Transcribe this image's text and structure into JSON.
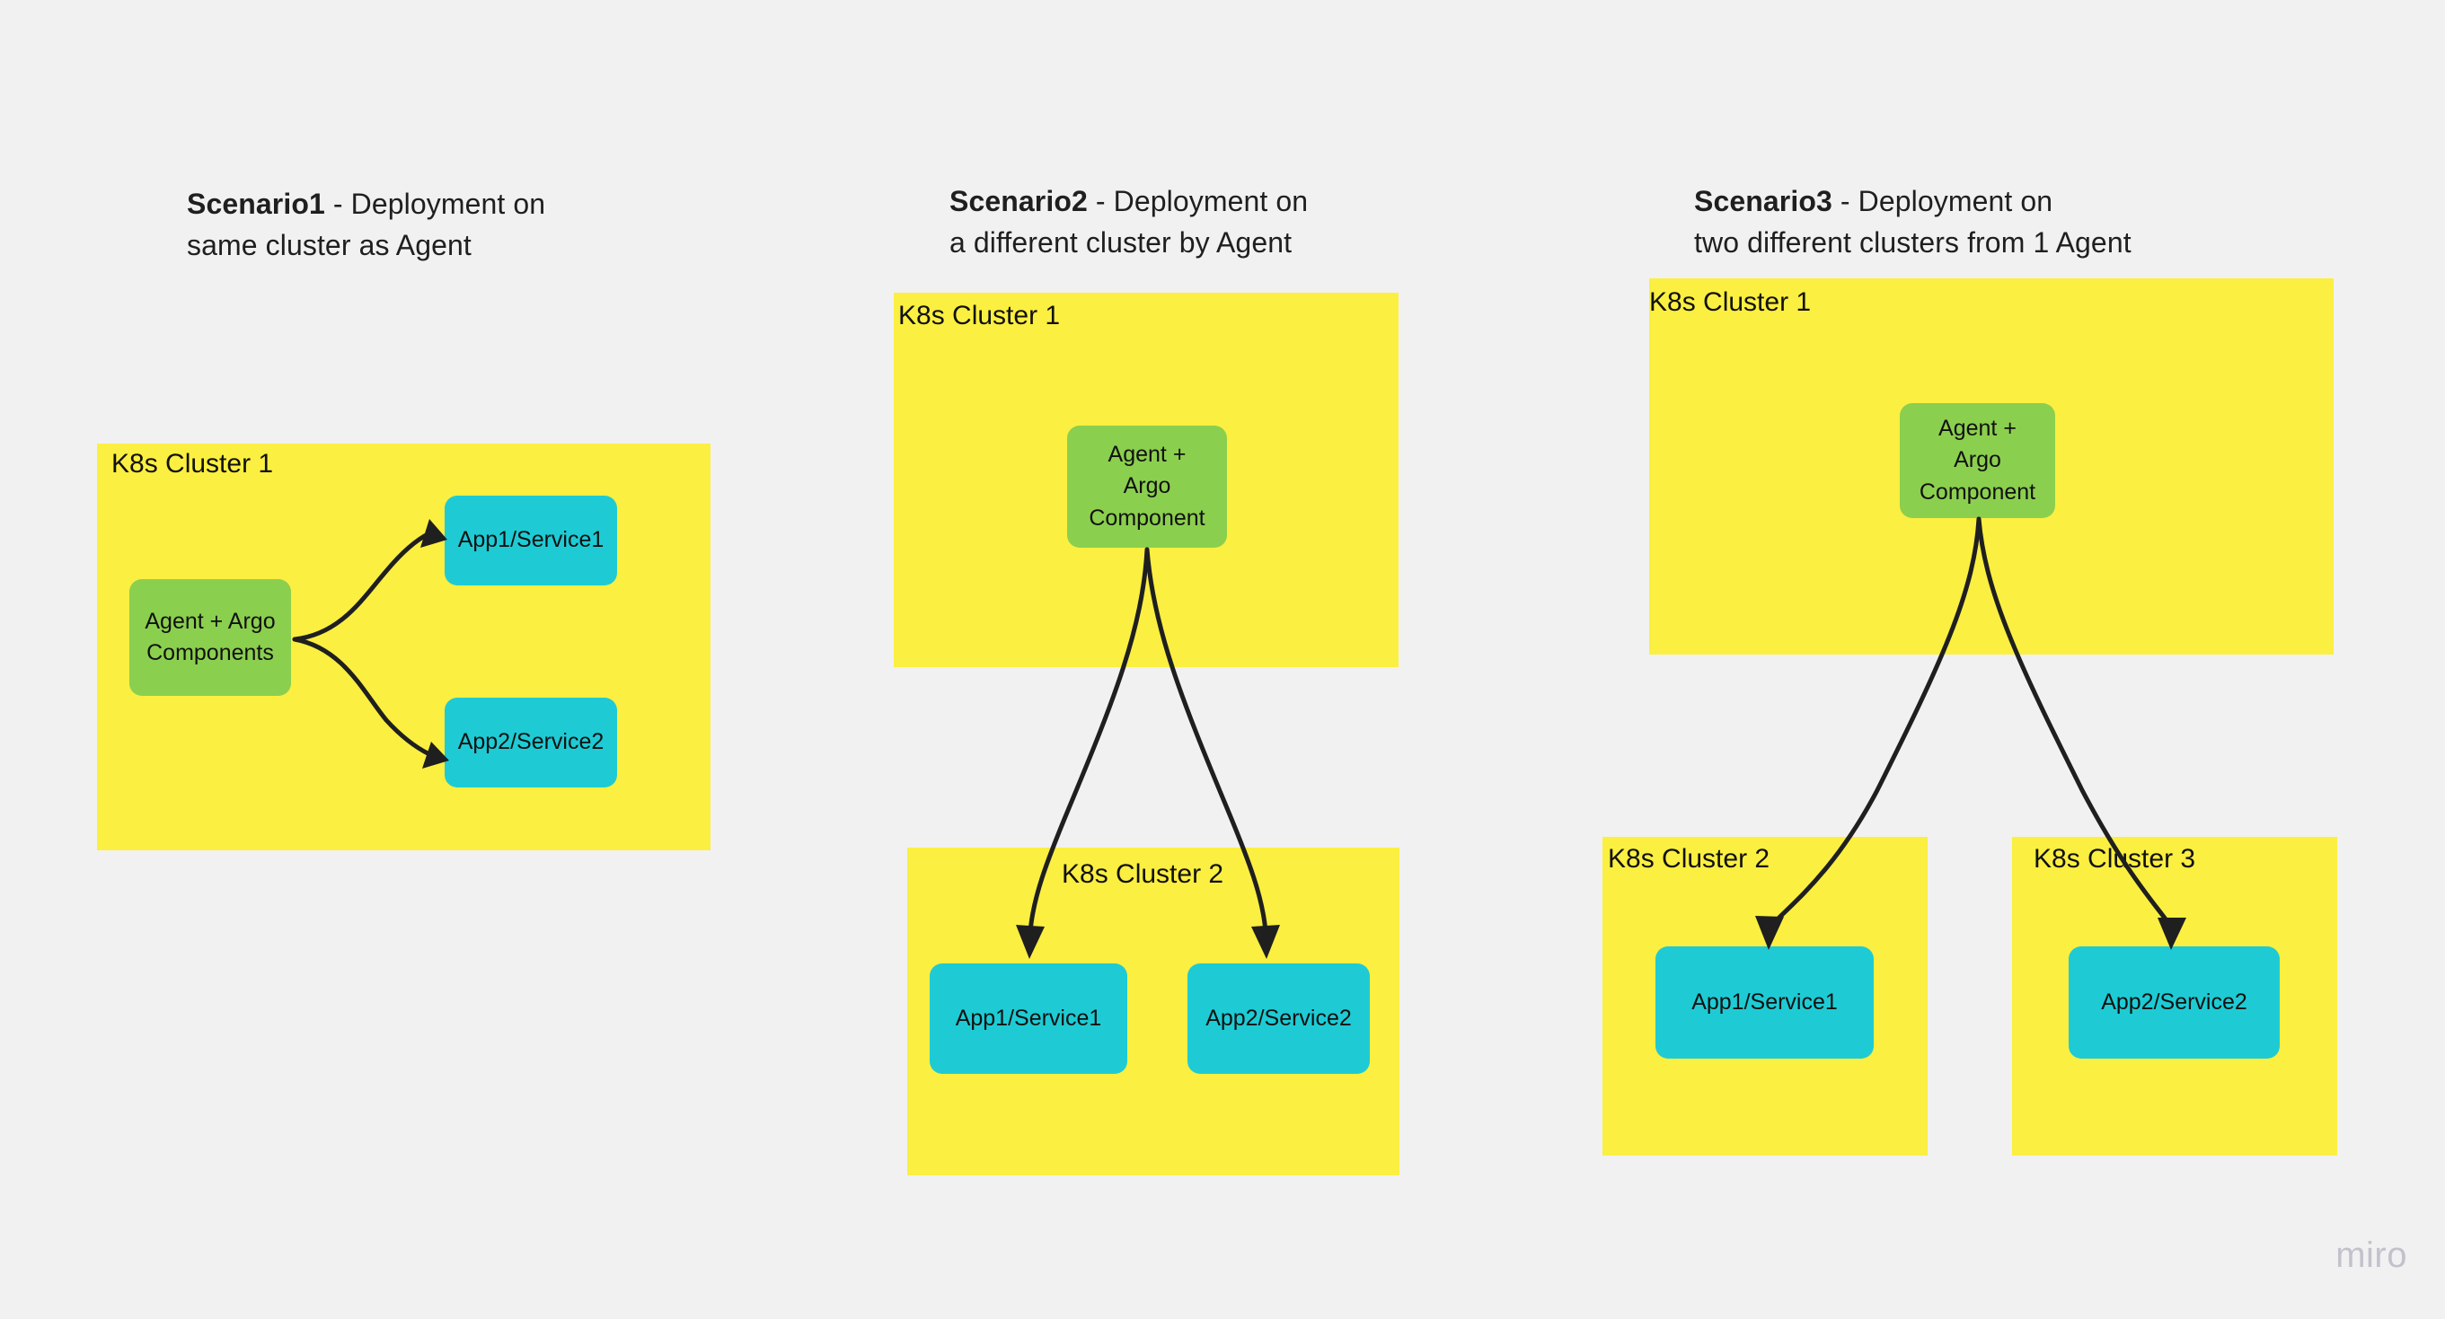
{
  "canvas": {
    "background_color": "#f1f1f1",
    "watermark": "miro"
  },
  "palette": {
    "cluster_yellow": "#FBEF41",
    "agent_green": "#8BCF4E",
    "app_cyan": "#1ECBD4",
    "arrow_black": "#1f1f1f",
    "divider_black": "#3a3a3a",
    "text_black": "#111111",
    "watermark_grey": "#c2c2cc"
  },
  "scenarios": [
    {
      "id": "scenario1",
      "title_strong": "Scenario1",
      "title_rest": " - Deployment on\nsame cluster as Agent",
      "clusters": [
        {
          "label": "K8s Cluster 1"
        }
      ],
      "nodes": [
        {
          "label": "Agent + Argo\nComponents",
          "kind": "green"
        },
        {
          "label": "App1/Service1",
          "kind": "cyan"
        },
        {
          "label": "App2/Service2",
          "kind": "cyan"
        }
      ]
    },
    {
      "id": "scenario2",
      "title_strong": "Scenario2",
      "title_rest": " - Deployment on\na different cluster by Agent",
      "clusters": [
        {
          "label": "K8s Cluster 1"
        },
        {
          "label": "K8s Cluster 2"
        }
      ],
      "nodes": [
        {
          "label": "Agent +\nArgo\nComponent",
          "kind": "green"
        },
        {
          "label": "App1/Service1",
          "kind": "cyan"
        },
        {
          "label": "App2/Service2",
          "kind": "cyan"
        }
      ]
    },
    {
      "id": "scenario3",
      "title_strong": "Scenario3",
      "title_rest": " - Deployment on\ntwo different clusters from 1 Agent",
      "clusters": [
        {
          "label": "K8s Cluster 1"
        },
        {
          "label": "K8s Cluster 2"
        },
        {
          "label": "K8s Cluster 3"
        }
      ],
      "nodes": [
        {
          "label": "Agent +\nArgo\nComponent",
          "kind": "green"
        },
        {
          "label": "App1/Service1",
          "kind": "cyan"
        },
        {
          "label": "App2/Service2",
          "kind": "cyan"
        }
      ]
    }
  ]
}
